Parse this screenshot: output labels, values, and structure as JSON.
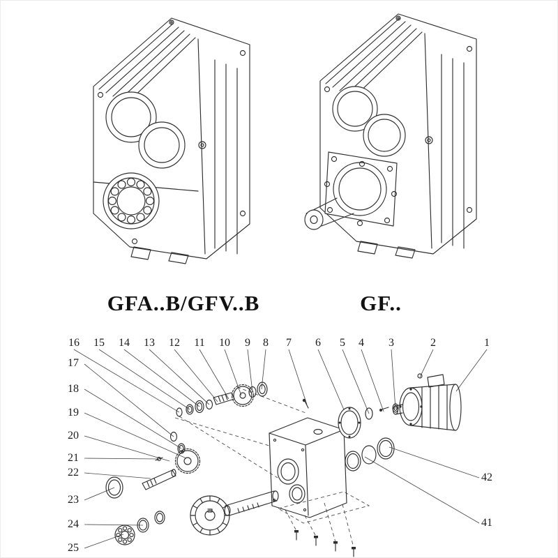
{
  "page": {
    "bg": "#ffffff",
    "line_color": "#2e2e2e",
    "leader_color": "#4a4a4a"
  },
  "models": {
    "left_label": "GFA..B/GFV..B",
    "right_label": "GF.."
  },
  "callouts": {
    "top": [
      "16",
      "15",
      "14",
      "13",
      "12",
      "11",
      "10",
      "9",
      "8",
      "7",
      "6",
      "5",
      "4",
      "3",
      "2",
      "1"
    ],
    "left": [
      "17",
      "18",
      "19",
      "20",
      "21",
      "22",
      "23",
      "24",
      "25"
    ],
    "right": [
      "42",
      "41"
    ]
  }
}
